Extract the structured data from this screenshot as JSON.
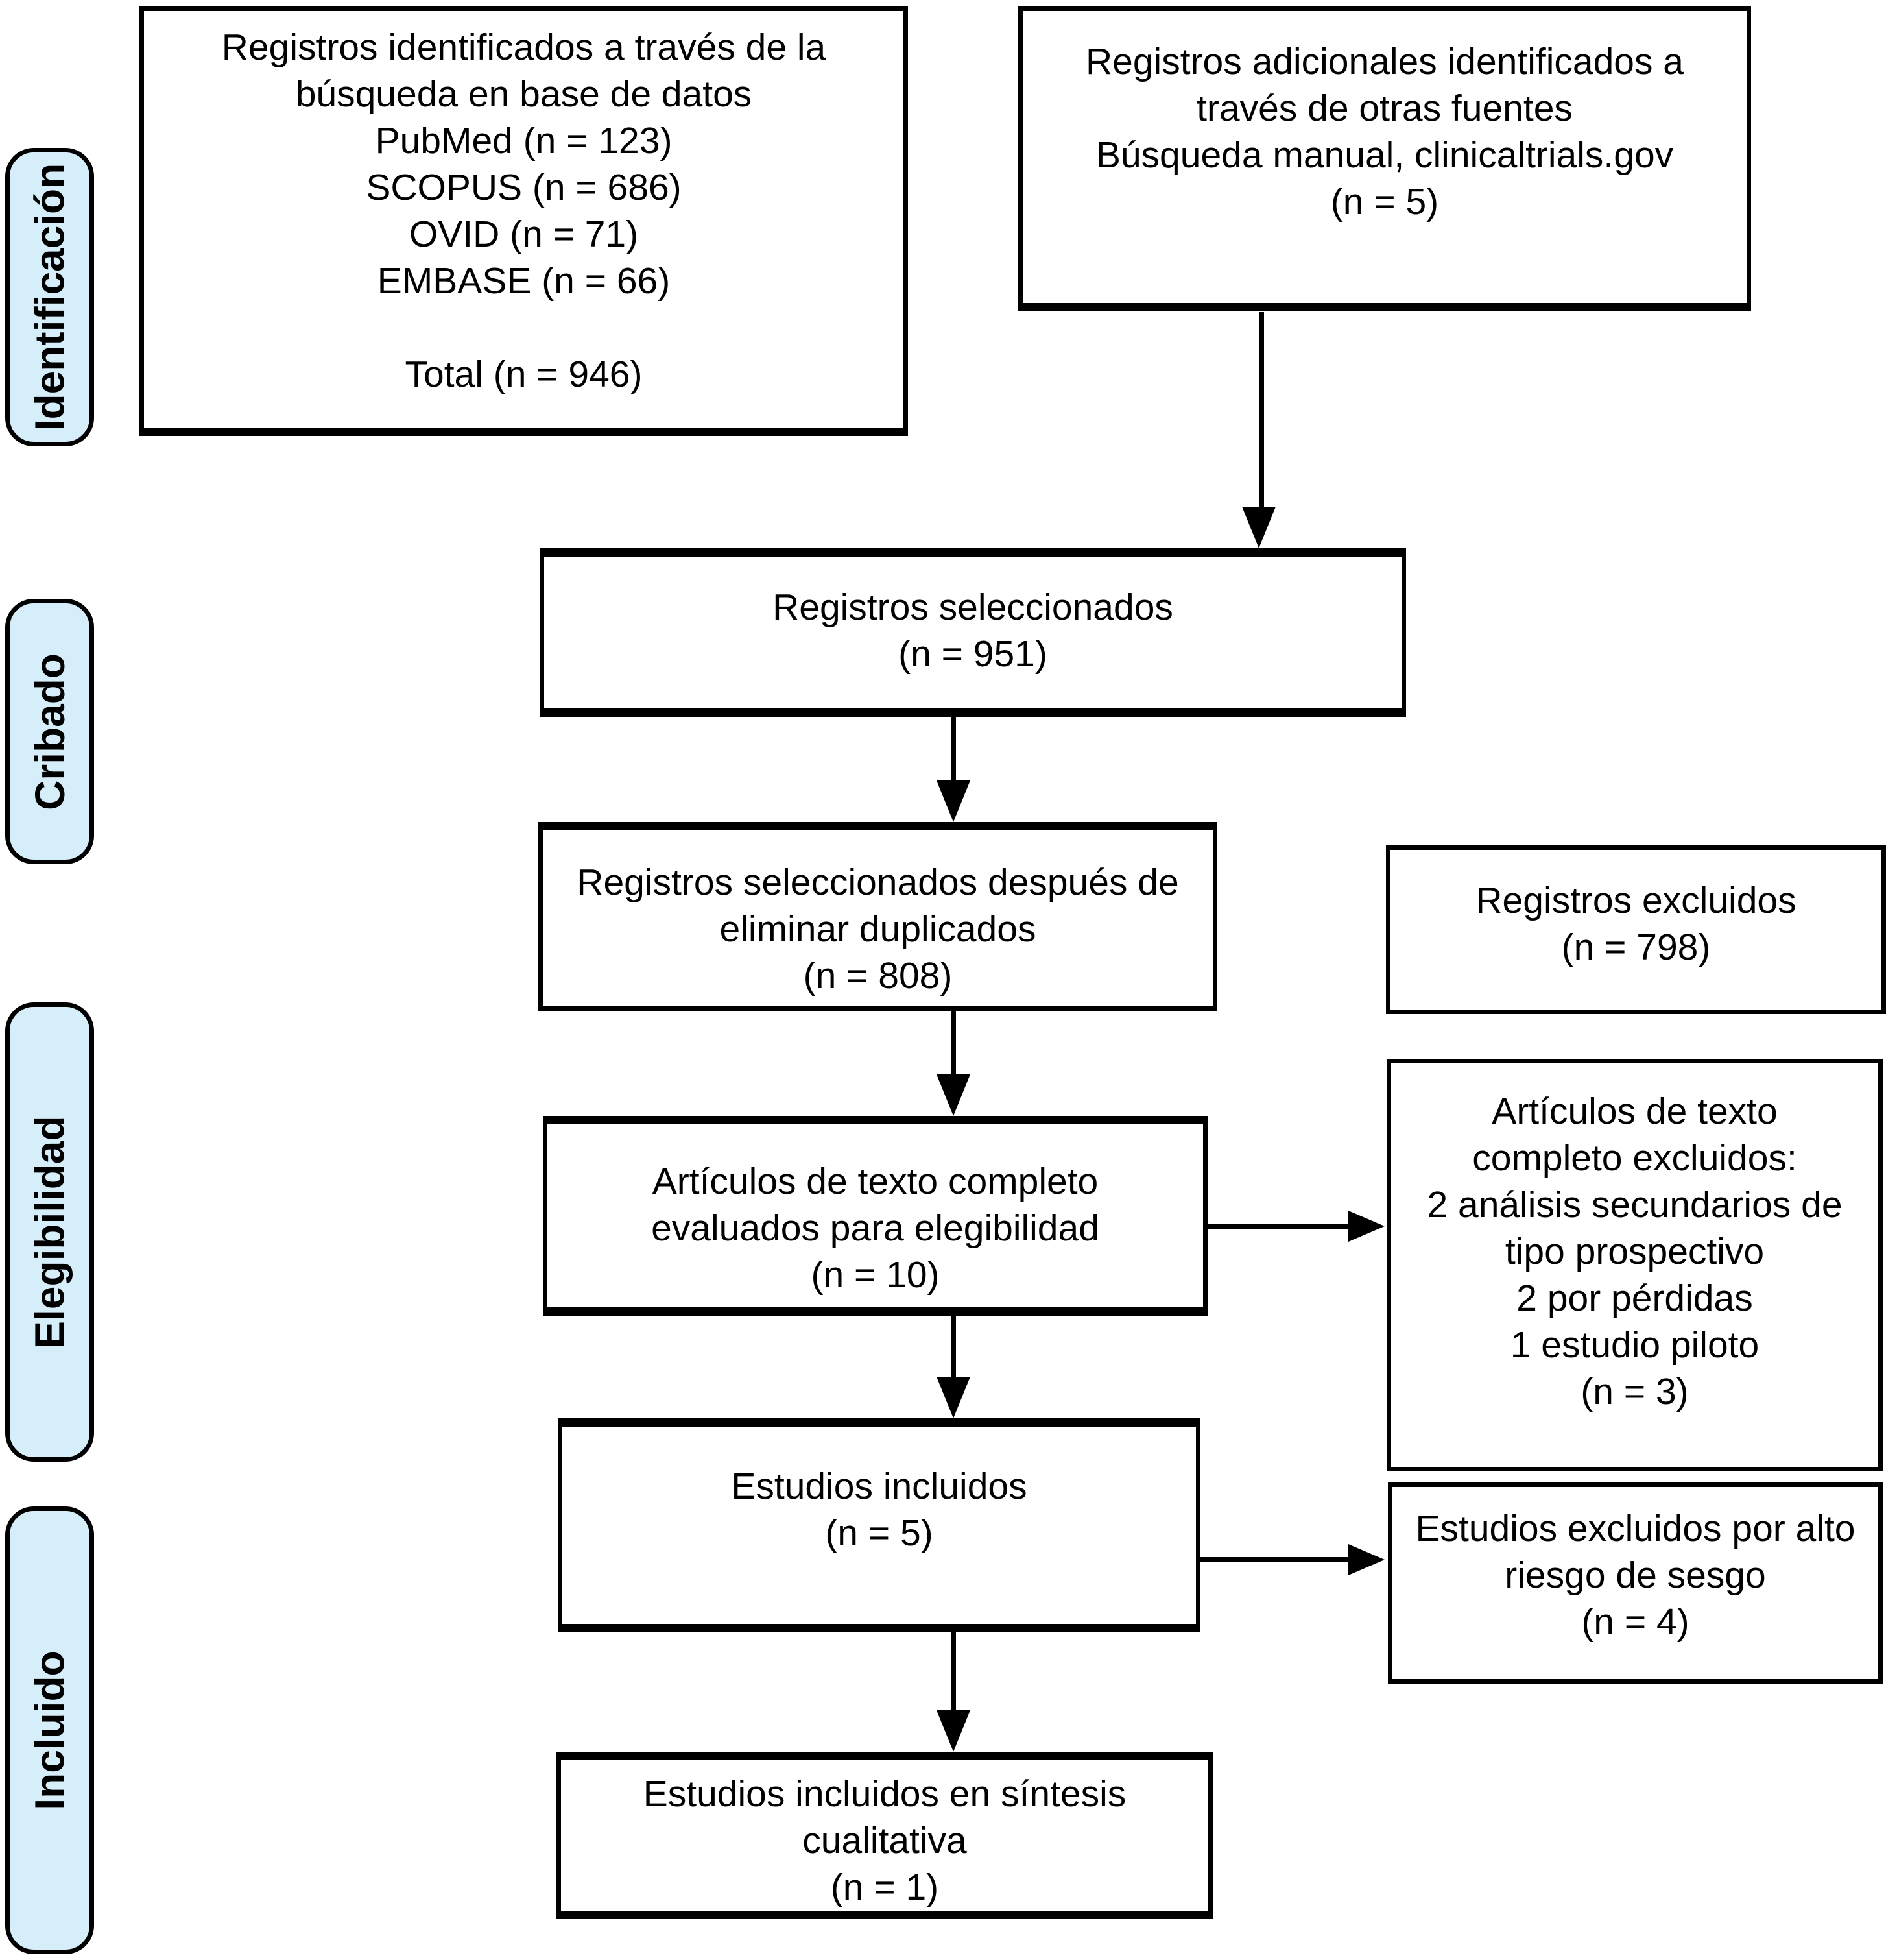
{
  "colors": {
    "stage_fill": "#D6EDFA",
    "stroke": "#000000"
  },
  "stages": [
    {
      "label": "Identificación"
    },
    {
      "label": "Cribado"
    },
    {
      "label": "Elegibilidad"
    },
    {
      "label": "Incluido"
    }
  ],
  "boxes": {
    "identified_db": {
      "lines": [
        "Registros identificados a través de la",
        "búsqueda en base de datos",
        "PubMed (n = 123)",
        "SCOPUS (n = 686)",
        "OVID (n = 71)",
        "EMBASE (n = 66)",
        "",
        "Total (n = 946)"
      ]
    },
    "other_sources": {
      "lines": [
        "Registros adicionales identificados a",
        "través de otras fuentes",
        "Búsqueda manual, clinicaltrials.gov",
        "(n = 5)"
      ]
    },
    "screened": {
      "lines": [
        "Registros seleccionados",
        "(n = 951)"
      ]
    },
    "deduplicated": {
      "lines": [
        "Registros seleccionados después de",
        "eliminar duplicados",
        "(n = 808)"
      ]
    },
    "records_excluded": {
      "lines": [
        "Registros excluidos",
        "(n = 798)"
      ]
    },
    "fulltext_assessed": {
      "lines": [
        "Artículos de texto completo",
        "evaluados para elegibilidad",
        "(n = 10)"
      ]
    },
    "fulltext_excluded": {
      "lines": [
        "Artículos de texto",
        "completo excluidos:",
        "2 análisis secundarios de",
        "tipo prospectivo",
        "2 por pérdidas",
        "1 estudio piloto",
        "(n = 3)"
      ]
    },
    "studies_included": {
      "lines": [
        "Estudios incluidos",
        "(n = 5)"
      ]
    },
    "bias_excluded": {
      "lines": [
        "Estudios excluidos por alto",
        "riesgo de sesgo",
        "(n = 4)"
      ]
    },
    "qualitative": {
      "lines": [
        "Estudios incluidos en síntesis",
        "cualitativa",
        "(n = 1)"
      ]
    }
  }
}
